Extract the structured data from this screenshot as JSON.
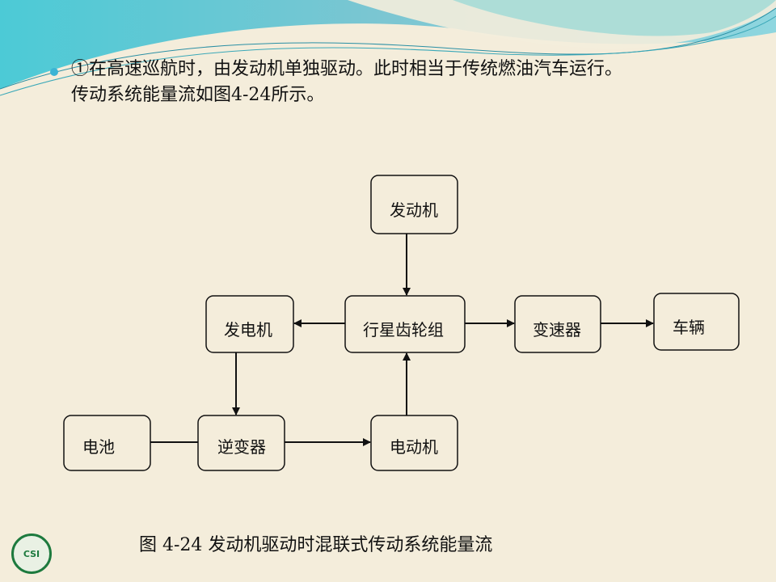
{
  "body": {
    "line1": "①在高速巡航时，由发动机单独驱动。此时相当于传统燃油汽车运行。",
    "line2": "传动系统能量流如图4-24所示。"
  },
  "diagram": {
    "nodes": {
      "engine": "发动机",
      "generator": "发电机",
      "planetary": "行星齿轮组",
      "transmission": "变速器",
      "vehicle": "车辆",
      "battery": "电池",
      "inverter": "逆变器",
      "motor": "电动机"
    },
    "edges": [
      {
        "from": "engine",
        "to": "planetary",
        "arrow": true
      },
      {
        "from": "planetary",
        "to": "generator",
        "arrow": true
      },
      {
        "from": "planetary",
        "to": "transmission",
        "arrow": true
      },
      {
        "from": "transmission",
        "to": "vehicle",
        "arrow": true
      },
      {
        "from": "generator",
        "to": "inverter",
        "arrow": true
      },
      {
        "from": "battery",
        "to": "inverter",
        "arrow": false
      },
      {
        "from": "inverter",
        "to": "motor",
        "arrow": true
      },
      {
        "from": "motor",
        "to": "planetary",
        "arrow": true
      }
    ]
  },
  "caption": "图 4-24 发动机驱动时混联式传动系统能量流",
  "logo": "CSI",
  "colors": {
    "background": "#f4eddb",
    "wave": "#4fc3d6",
    "bullet": "#3bb4d4"
  }
}
